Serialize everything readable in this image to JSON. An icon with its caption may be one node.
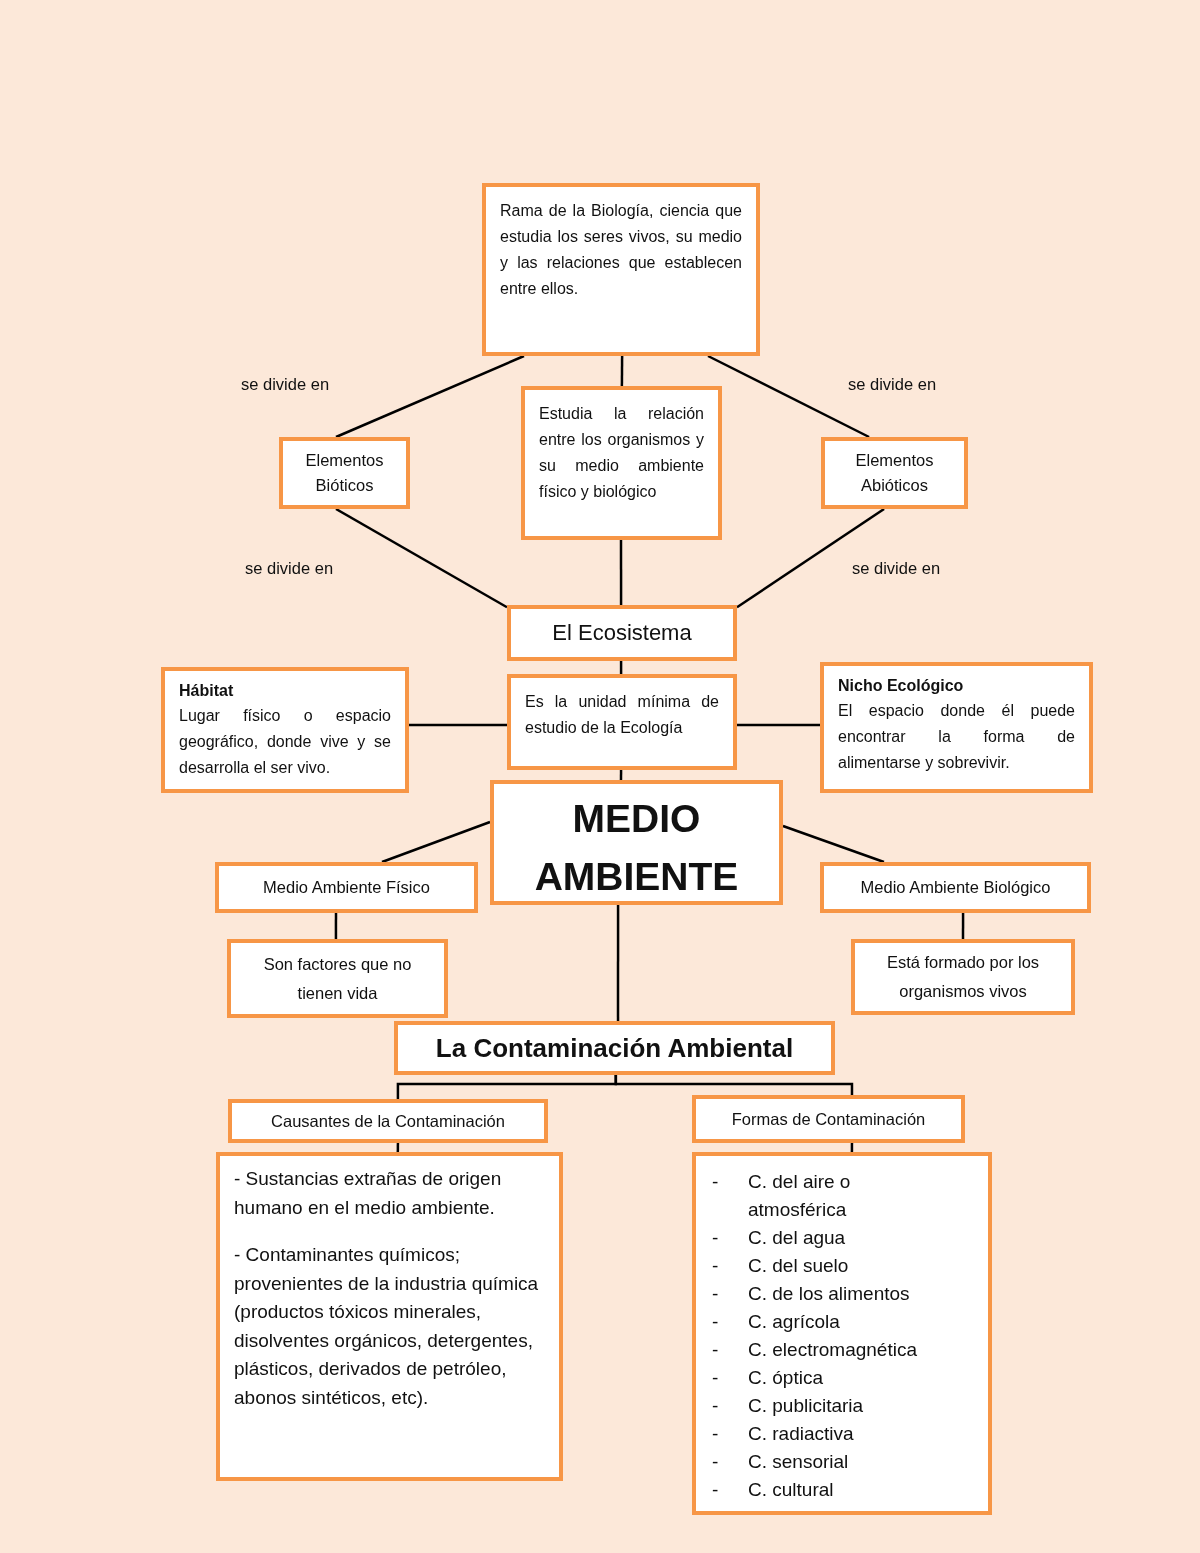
{
  "diagram": {
    "nodes": [
      {
        "text": [
          "Rama de la Biología, ciencia que estudia los seres vivos, su medio y las relaciones que establecen entre ellos."
        ]
      },
      {
        "text": [
          "Elementos Bióticos"
        ]
      },
      {
        "text": [
          "Estudia la relación entre los organismos y su medio ambiente físico y biológico"
        ]
      },
      {
        "text": [
          "Elementos Abióticos"
        ]
      },
      {
        "text": [
          "El Ecosistema"
        ]
      },
      {
        "text": [
          "Hábitat",
          "Lugar físico o espacio geográfico, donde vive y se desarrolla el ser vivo."
        ]
      },
      {
        "text": [
          "Es la unidad mínima de estudio de la Ecología"
        ]
      },
      {
        "text": [
          "Nicho Ecológico",
          "El espacio donde él puede encontrar la forma de alimentarse y sobrevivir."
        ]
      },
      {
        "text": [
          "MEDIO AMBIENTE"
        ]
      },
      {
        "text": [
          "Medio Ambiente Físico"
        ]
      },
      {
        "text": [
          "Medio Ambiente Biológico"
        ]
      },
      {
        "text": [
          "Son factores que no tienen vida"
        ]
      },
      {
        "text": [
          "Está formado por los organismos vivos"
        ]
      },
      {
        "text": [
          "La Contaminación Ambiental"
        ]
      },
      {
        "text": [
          "Causantes de la Contaminación"
        ]
      },
      {
        "text": [
          "Formas de Contaminación"
        ]
      },
      {
        "text": [
          "- Sustancias extrañas de origen humano en el medio ambiente.",
          "- Contaminantes químicos; provenientes de la industria química (productos tóxicos minerales, disolventes orgánicos, detergentes, plásticos, derivados de petróleo, abonos sintéticos, etc)."
        ]
      },
      {
        "text": [
          "-",
          "C. del aire o atmosférica",
          "-",
          "C. del agua",
          "-",
          "C. del suelo",
          "-",
          "C. de los alimentos",
          "-",
          "C. agrícola",
          "-",
          "C. electromagnética",
          "-",
          "C. óptica",
          "-",
          "C. publicitaria",
          "-",
          "C. radiactiva",
          "-",
          "C. sensorial",
          "-",
          "C. cultural"
        ]
      }
    ],
    "edges": [
      {
        "from": 0,
        "to": 1,
        "arrow": "none",
        "label": "se divide en"
      },
      {
        "from": 0,
        "to": 2,
        "arrow": "none"
      },
      {
        "from": 0,
        "to": 3,
        "arrow": "none",
        "label": "se divide en"
      },
      {
        "from": 1,
        "to": 4,
        "arrow": "none",
        "label": "se divide en"
      },
      {
        "from": 2,
        "to": 4,
        "arrow": "none"
      },
      {
        "from": 3,
        "to": 4,
        "arrow": "none",
        "label": "se divide en"
      },
      {
        "from": 4,
        "to": 6,
        "arrow": "none"
      },
      {
        "from": 6,
        "to": 5,
        "arrow": "none"
      },
      {
        "from": 6,
        "to": 7,
        "arrow": "none"
      },
      {
        "from": 6,
        "to": 8,
        "arrow": "none"
      },
      {
        "from": 8,
        "to": 9,
        "arrow": "none"
      },
      {
        "from": 8,
        "to": 10,
        "arrow": "none"
      },
      {
        "from": 9,
        "to": 11,
        "arrow": "none"
      },
      {
        "from": 10,
        "to": 12,
        "arrow": "none"
      },
      {
        "from": 8,
        "to": 13,
        "arrow": "none"
      },
      {
        "from": 13,
        "to": 14,
        "arrow": "none"
      },
      {
        "from": 13,
        "to": 15,
        "arrow": "none"
      },
      {
        "from": 14,
        "to": 16,
        "arrow": "none"
      },
      {
        "from": 15,
        "to": 17,
        "arrow": "none"
      }
    ]
  }
}
